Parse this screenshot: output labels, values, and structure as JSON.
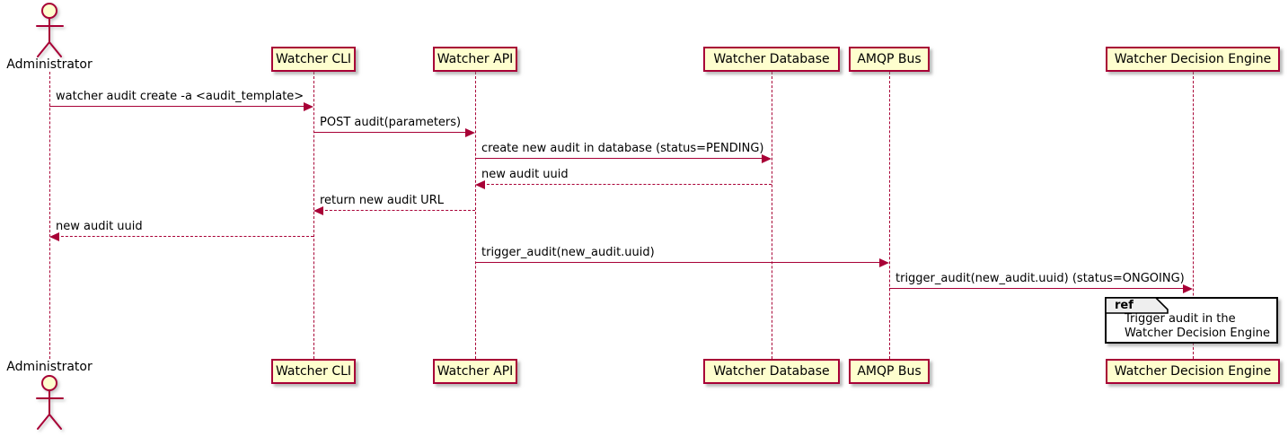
{
  "diagram": {
    "type": "sequence",
    "colors": {
      "accent": "#A80036",
      "participant_fill": "#FEFECE",
      "ref_tab_fill": "#EEEEEE",
      "ref_fill": "#FFFFFF",
      "text": "#000000",
      "background": "#FFFFFF"
    },
    "participants": [
      {
        "name": "Administrator",
        "kind": "actor"
      },
      {
        "name": "Watcher CLI",
        "kind": "participant"
      },
      {
        "name": "Watcher API",
        "kind": "participant"
      },
      {
        "name": "Watcher Database",
        "kind": "participant"
      },
      {
        "name": "AMQP Bus",
        "kind": "participant"
      },
      {
        "name": "Watcher Decision Engine",
        "kind": "participant"
      }
    ],
    "messages": [
      {
        "from": "Administrator",
        "to": "Watcher CLI",
        "label": "watcher audit create -a <audit_template>",
        "line": "solid"
      },
      {
        "from": "Watcher CLI",
        "to": "Watcher API",
        "label": "POST audit(parameters)",
        "line": "solid"
      },
      {
        "from": "Watcher API",
        "to": "Watcher Database",
        "label": "create new audit in database (status=PENDING)",
        "line": "solid"
      },
      {
        "from": "Watcher Database",
        "to": "Watcher API",
        "label": "new audit uuid",
        "line": "dashed"
      },
      {
        "from": "Watcher API",
        "to": "Watcher CLI",
        "label": "return new audit URL",
        "line": "dashed"
      },
      {
        "from": "Watcher CLI",
        "to": "Administrator",
        "label": "new audit uuid",
        "line": "dashed"
      },
      {
        "from": "Watcher API",
        "to": "AMQP Bus",
        "label": "trigger_audit(new_audit.uuid)",
        "line": "solid"
      },
      {
        "from": "AMQP Bus",
        "to": "Watcher Decision Engine",
        "label": "trigger_audit(new_audit.uuid) (status=ONGOING)",
        "line": "solid"
      }
    ],
    "ref": {
      "keyword": "ref",
      "lines": [
        "Trigger audit in the",
        "Watcher Decision Engine"
      ]
    }
  }
}
